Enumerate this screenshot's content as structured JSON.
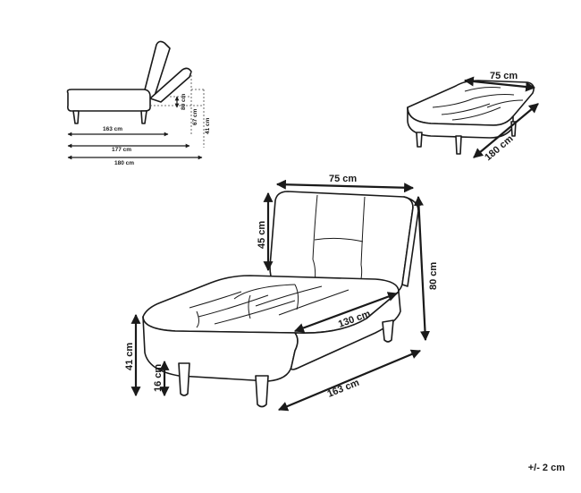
{
  "tolerance": "+/- 2 cm",
  "side_view": {
    "widths": [
      "163 cm",
      "177 cm",
      "180 cm"
    ],
    "heights": [
      "80 cm",
      "67 cm",
      "41 cm"
    ]
  },
  "bed_view": {
    "width": "75  cm",
    "length": "180 cm"
  },
  "main_view": {
    "width": "75 cm",
    "back_height": "45 cm",
    "total_height": "80 cm",
    "seat_length": "130 cm",
    "total_length": "163 cm",
    "seat_height": "41 cm",
    "leg_height": "16 cm"
  }
}
